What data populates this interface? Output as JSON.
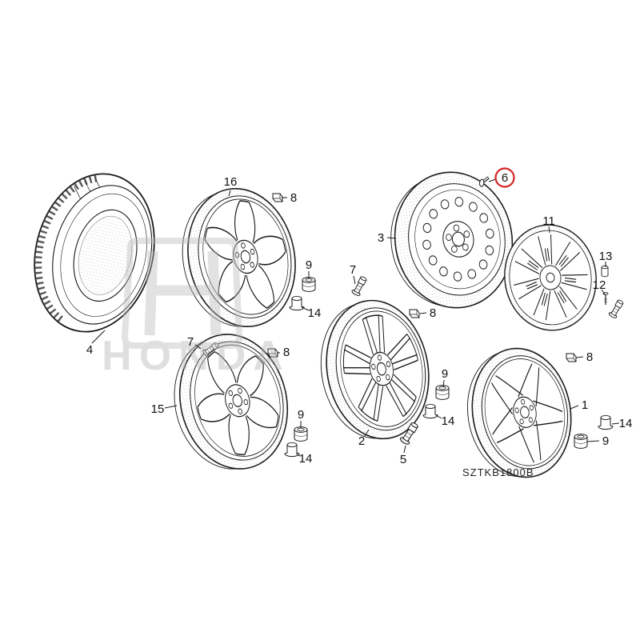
{
  "diagram": {
    "code": "SZTKB1800B",
    "watermark": "HONDA",
    "colors": {
      "line": "#1a1a1a",
      "highlight": "#d42323",
      "watermark": "#bcbcbc"
    }
  },
  "callouts": {
    "wheel16": "16",
    "weight8_top": "8",
    "steel_wheel3": "3",
    "pin6": "6",
    "cover11": "11",
    "cap13": "13",
    "core12": "12",
    "nut9_a": "9",
    "nut14_a": "14",
    "valve7_a": "7",
    "tire4": "4",
    "valve7_b": "7",
    "weight8_left": "8",
    "weight8_mid": "8",
    "wheel15": "15",
    "nut9_b": "9",
    "nut14_b": "14",
    "wheel2": "2",
    "valve5": "5",
    "nut9_c": "9",
    "nut14_c": "14",
    "wheel1": "1",
    "weight8_right": "8",
    "nut14_d": "14",
    "nut9_d": "9"
  }
}
